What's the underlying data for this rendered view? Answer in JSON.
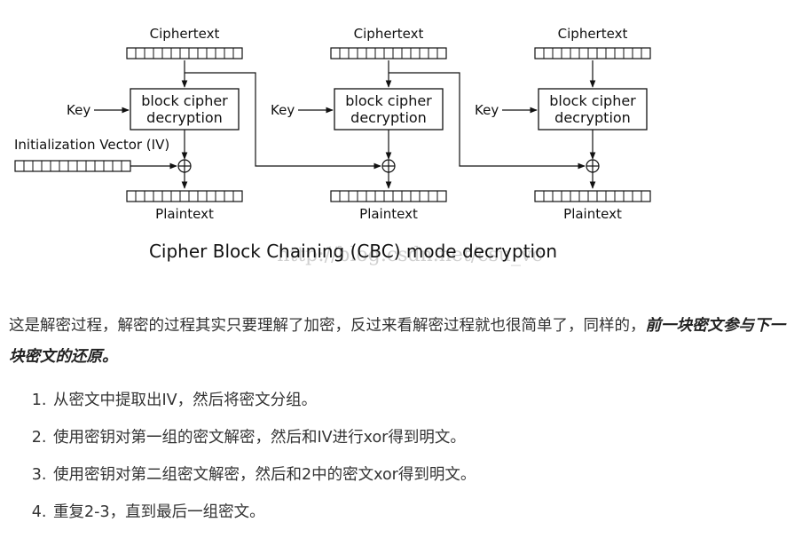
{
  "diagram": {
    "ciphertext_label": "Ciphertext",
    "plaintext_label": "Plaintext",
    "key_label": "Key",
    "block_line1": "block cipher",
    "block_line2": "decryption",
    "iv_label": "Initialization Vector (IV)",
    "title": "Cipher Block Chaining (CBC) mode decryption",
    "watermark": "http://blog.csdn.net/csu_vc"
  },
  "paragraph": {
    "text": "这是解密过程，解密的过程其实只要理解了加密，反过来看解密过程就也很简单了，同样的，",
    "emphasis": "前一块密文参与下一块密文的还原。"
  },
  "steps": [
    "从密文中提取出IV，然后将密文分组。",
    "使用密钥对第一组的密文解密，然后和IV进行xor得到明文。",
    "使用密钥对第二组密文解密，然后和2中的密文xor得到明文。",
    "重复2-3，直到最后一组密文。"
  ]
}
